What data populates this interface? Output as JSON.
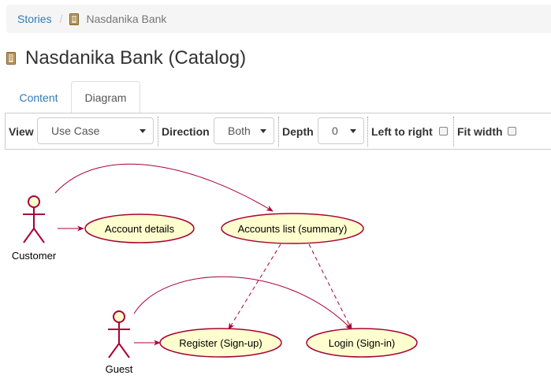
{
  "breadcrumb": {
    "stories_label": "Stories",
    "separator": "/",
    "current_label": "Nasdanika Bank",
    "current_icon": "book-icon"
  },
  "page": {
    "title": "Nasdanika Bank (Catalog)",
    "title_icon": "book-icon"
  },
  "tabs": [
    {
      "label": "Content",
      "active": false
    },
    {
      "label": "Diagram",
      "active": true
    }
  ],
  "toolbar": {
    "view_label": "View",
    "view_value": "Use Case",
    "direction_label": "Direction",
    "direction_value": "Both",
    "depth_label": "Depth",
    "depth_value": "0",
    "left_to_right_label": "Left to right",
    "left_to_right_checked": false,
    "fit_width_label": "Fit width",
    "fit_width_checked": false
  },
  "diagram": {
    "actors": [
      {
        "name": "Customer"
      },
      {
        "name": "Guest"
      }
    ],
    "use_cases": [
      {
        "label": "Account details"
      },
      {
        "label": "Accounts list (summary)"
      },
      {
        "label": "Register (Sign-up)"
      },
      {
        "label": "Login (Sign-in)"
      }
    ],
    "colors": {
      "usecase_fill": "#FEFECE",
      "outline": "#A80036",
      "link_color": "#A80036"
    }
  }
}
